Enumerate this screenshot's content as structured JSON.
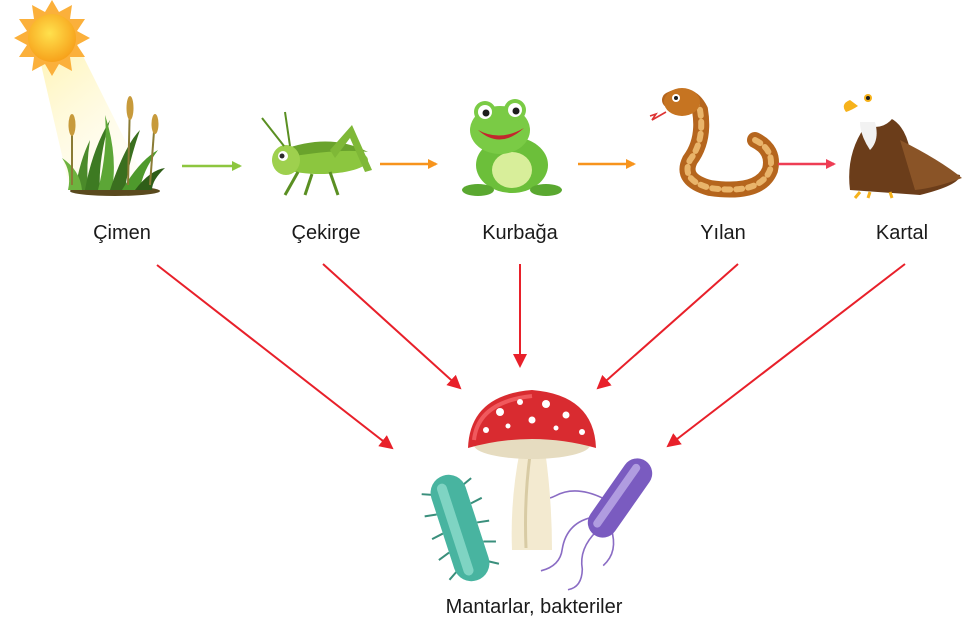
{
  "chain": [
    {
      "key": "grass",
      "label": "Çimen",
      "icon": "grass-icon"
    },
    {
      "key": "grasshopper",
      "label": "Çekirge",
      "icon": "grasshopper-icon"
    },
    {
      "key": "frog",
      "label": "Kurbağa",
      "icon": "frog-icon"
    },
    {
      "key": "snake",
      "label": "Yılan",
      "icon": "snake-icon"
    },
    {
      "key": "eagle",
      "label": "Kartal",
      "icon": "eagle-icon"
    }
  ],
  "energy_source": {
    "icon": "sun-icon"
  },
  "decomposers": {
    "label": "Mantarlar, bakteriler",
    "icons": [
      "mushroom-icon",
      "green-bacterium-icon",
      "purple-bacterium-icon"
    ]
  },
  "colors": {
    "arrow_green": "#8dc63f",
    "arrow_orange": "#f7941d",
    "arrow_pink": "#ee3d54",
    "arrow_red": "#e8202a"
  }
}
